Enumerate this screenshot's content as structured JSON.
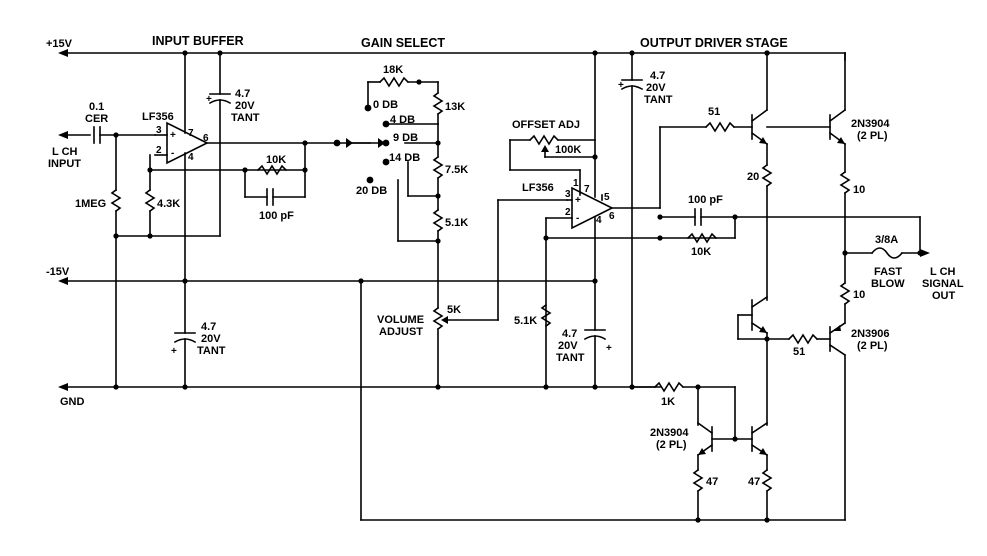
{
  "rails": {
    "pos": "+15V",
    "neg": "-15V",
    "gnd": "GND"
  },
  "sections": {
    "input_buffer": "INPUT BUFFER",
    "gain_select": "GAIN SELECT",
    "output_driver": "OUTPUT DRIVER STAGE"
  },
  "input": {
    "line1": "L CH",
    "line2": "INPUT",
    "cap_value": "0.1",
    "cap_type": "CER",
    "r_1meg": "1MEG"
  },
  "buffer": {
    "opamp": "LF356",
    "pin_plus": "3",
    "pin_minus": "2",
    "pin_v": "7",
    "pin_v2": "4",
    "pin_out": "6",
    "plus_sign": "+",
    "minus_sign": "-",
    "r_4k3": "4.3K",
    "r_10k": "10K",
    "c_100pf": "100 pF",
    "tant_top": [
      "4.7",
      "20V",
      "TANT"
    ],
    "tant_bot": [
      "4.7",
      "20V",
      "TANT"
    ],
    "tant_plus": "+"
  },
  "gain": {
    "r_18k": "18K",
    "r_13k": "13K",
    "r_7k5": "7.5K",
    "r_5k1": "5.1K",
    "pos_0db": "0 DB",
    "pos_4db": "4 DB",
    "pos_9db": "9 DB",
    "pos_14db": "14 DB",
    "pos_20db": "20 DB",
    "vol_value": "5K",
    "vol_line1": "VOLUME",
    "vol_line2": "ADJUST"
  },
  "offset": {
    "title": "OFFSET ADJ",
    "pot": "100K",
    "opamp": "LF356",
    "pin1": "1",
    "pin7": "7",
    "pin5": "5",
    "pin3": "3",
    "pin2": "2",
    "pin4": "4",
    "pin6": "6",
    "r_5k1": "5.1K",
    "tant_top": [
      "4.7",
      "20V",
      "TANT"
    ],
    "tant_bot": [
      "4.7",
      "20V",
      "TANT"
    ],
    "tant_plus": "+"
  },
  "driver": {
    "r_51_top": "51",
    "r_20": "20",
    "r_10_top": "10",
    "r_10_bot": "10",
    "r_51_bot": "51",
    "r_1k": "1K",
    "r_47_left": "47",
    "r_47_right": "47",
    "c_100pf": "100 pF",
    "r_10k": "10K",
    "q_npn_top": [
      "2N3904",
      "(2 PL)"
    ],
    "q_pnp": [
      "2N3906",
      "(2 PL)"
    ],
    "q_npn_bot": [
      "2N3904",
      "(2 PL)"
    ],
    "fuse": [
      "3/8A",
      "FAST",
      "BLOW"
    ],
    "output": [
      "L CH",
      "SIGNAL",
      "OUT"
    ]
  }
}
